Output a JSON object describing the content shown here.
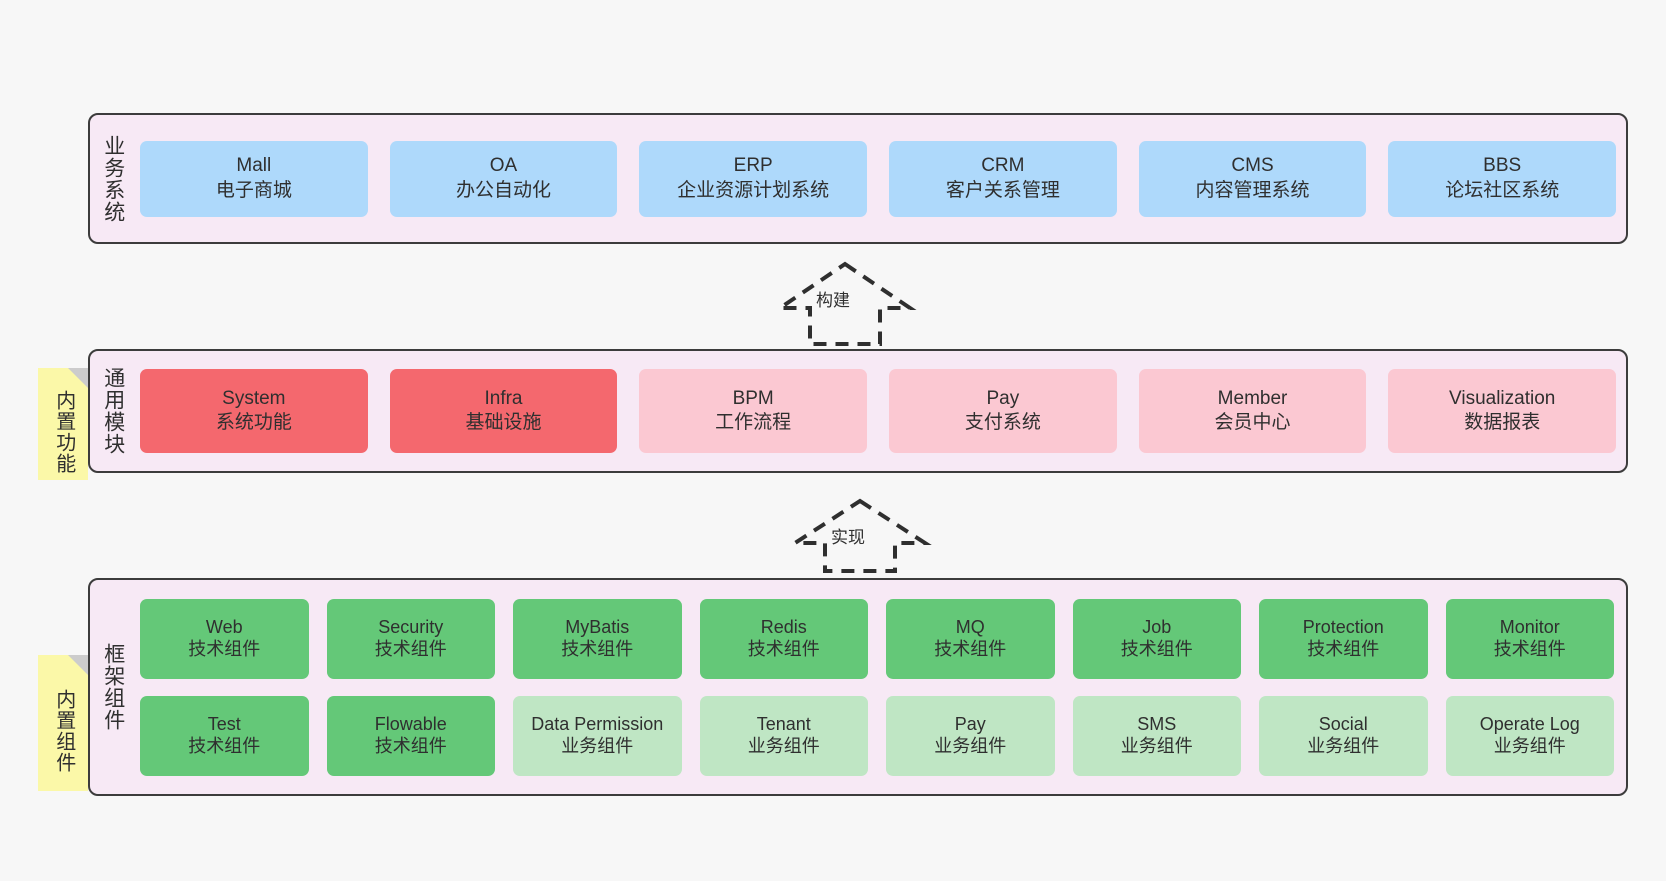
{
  "diagram": {
    "background_color": "#f7f7f7",
    "panel_color": "#f7e9f5",
    "panel_border_color": "#3c3c3c",
    "note_color": "#fbf8a8"
  },
  "layers": [
    {
      "id": "business",
      "title": "业务系统",
      "card_color": "#aed9fb",
      "rows": [
        [
          {
            "en": "Mall",
            "cn": "电子商城",
            "color": "#aed9fb"
          },
          {
            "en": "OA",
            "cn": "办公自动化",
            "color": "#aed9fb"
          },
          {
            "en": "ERP",
            "cn": "企业资源计划系统",
            "color": "#aed9fb"
          },
          {
            "en": "CRM",
            "cn": "客户关系管理",
            "color": "#aed9fb"
          },
          {
            "en": "CMS",
            "cn": "内容管理系统",
            "color": "#aed9fb"
          },
          {
            "en": "BBS",
            "cn": "论坛社区系统",
            "color": "#aed9fb"
          }
        ]
      ]
    },
    {
      "id": "modules",
      "title": "通用模块",
      "card_color": "#fbc8d2",
      "rows": [
        [
          {
            "en": "System",
            "cn": "系统功能",
            "color": "#f4686e"
          },
          {
            "en": "Infra",
            "cn": "基础设施",
            "color": "#f4686e"
          },
          {
            "en": "BPM",
            "cn": "工作流程",
            "color": "#fbc8d2"
          },
          {
            "en": "Pay",
            "cn": "支付系统",
            "color": "#fbc8d2"
          },
          {
            "en": "Member",
            "cn": "会员中心",
            "color": "#fbc8d2"
          },
          {
            "en": "Visualization",
            "cn": "数据报表",
            "color": "#fbc8d2"
          }
        ]
      ]
    },
    {
      "id": "framework",
      "title": "框架组件",
      "card_color": "#64c878",
      "rows": [
        [
          {
            "en": "Web",
            "cn": "技术组件",
            "color": "#64c878"
          },
          {
            "en": "Security",
            "cn": "技术组件",
            "color": "#64c878"
          },
          {
            "en": "MyBatis",
            "cn": "技术组件",
            "color": "#64c878"
          },
          {
            "en": "Redis",
            "cn": "技术组件",
            "color": "#64c878"
          },
          {
            "en": "MQ",
            "cn": "技术组件",
            "color": "#64c878"
          },
          {
            "en": "Job",
            "cn": "技术组件",
            "color": "#64c878"
          },
          {
            "en": "Protection",
            "cn": "技术组件",
            "color": "#64c878"
          },
          {
            "en": "Monitor",
            "cn": "技术组件",
            "color": "#64c878"
          }
        ],
        [
          {
            "en": "Test",
            "cn": "技术组件",
            "color": "#64c878"
          },
          {
            "en": "Flowable",
            "cn": "技术组件",
            "color": "#64c878"
          },
          {
            "en": "Data Permission",
            "cn": "业务组件",
            "color": "#bfe6c4"
          },
          {
            "en": "Tenant",
            "cn": "业务组件",
            "color": "#bfe6c4"
          },
          {
            "en": "Pay",
            "cn": "业务组件",
            "color": "#bfe6c4"
          },
          {
            "en": "SMS",
            "cn": "业务组件",
            "color": "#bfe6c4"
          },
          {
            "en": "Social",
            "cn": "业务组件",
            "color": "#bfe6c4"
          },
          {
            "en": "Operate Log",
            "cn": "业务组件",
            "color": "#bfe6c4"
          }
        ]
      ]
    }
  ],
  "notes": [
    {
      "id": "builtin-function",
      "text": "内置功能"
    },
    {
      "id": "builtin-component",
      "text": "内置组件"
    }
  ],
  "connectors": [
    {
      "id": "build",
      "label": "构建",
      "style": "dashed-hollow-triangle-up"
    },
    {
      "id": "implement",
      "label": "实现",
      "style": "dashed-hollow-triangle-up"
    }
  ]
}
